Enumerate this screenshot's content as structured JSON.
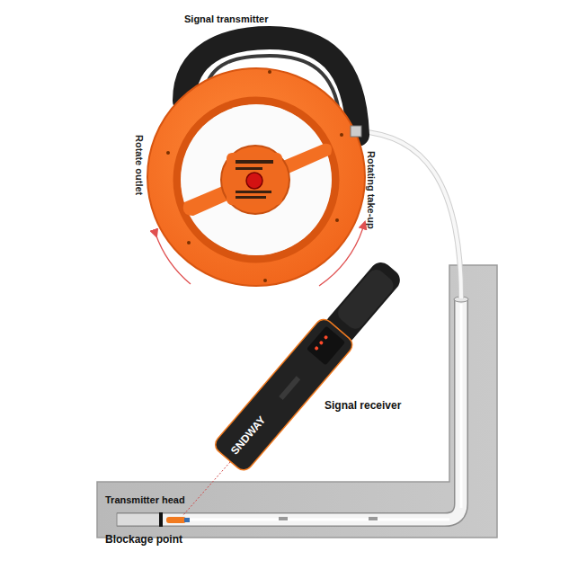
{
  "diagram": {
    "labels": [
      "Signal transmitter",
      "Rotate outlet",
      "Rotating take-up",
      "Signal receiver",
      "SNDWAY",
      "Transmitter head",
      "Blockage point"
    ]
  }
}
